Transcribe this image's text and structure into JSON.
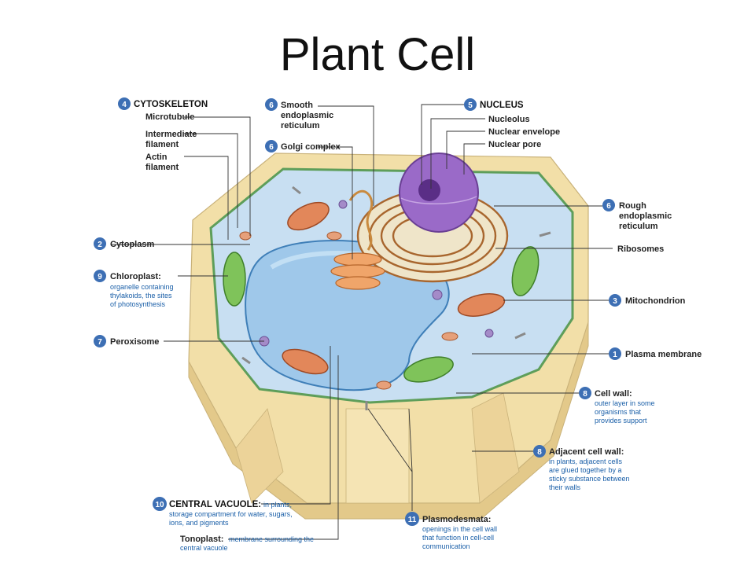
{
  "title": "Plant Cell",
  "colors": {
    "badge": "#3d6fb4",
    "description_text": "#1a5fa8",
    "wall": "#f2dfa8",
    "cytoplasm": "#c8dff2",
    "vacuole": "#9fc8ea",
    "nucleus": "#9a6ac8"
  },
  "labels": {
    "cytoskeleton": {
      "num": "4",
      "heading": "CYTOSKELETON"
    },
    "microtubule": "Microtubule",
    "intermediate_filament": [
      "Intermediate",
      "filament"
    ],
    "actin_filament": [
      "Actin",
      "filament"
    ],
    "smooth_er": {
      "num": "6",
      "lines": [
        "Smooth",
        "endoplasmic",
        "reticulum"
      ]
    },
    "golgi": {
      "num": "6",
      "heading": "Golgi complex"
    },
    "nucleus": {
      "num": "5",
      "heading": "NUCLEUS"
    },
    "nucleolus": "Nucleolus",
    "nuclear_envelope": "Nuclear envelope",
    "nuclear_pore": "Nuclear pore",
    "rough_er": {
      "num": "6",
      "lines": [
        "Rough",
        "endoplasmic",
        "reticulum"
      ]
    },
    "ribosomes": "Ribosomes",
    "cytoplasm": {
      "num": "2",
      "heading": "Cytoplasm"
    },
    "chloroplast": {
      "num": "9",
      "heading": "Chloroplast:",
      "desc": [
        "organelle containing",
        "thylakoids, the sites",
        "of photosynthesis"
      ]
    },
    "mitochondrion": {
      "num": "3",
      "heading": "Mitochondrion"
    },
    "peroxisome": {
      "num": "7",
      "heading": "Peroxisome"
    },
    "plasma_membrane": {
      "num": "1",
      "heading": "Plasma membrane"
    },
    "cell_wall": {
      "num": "8",
      "heading": "Cell wall:",
      "desc": [
        "outer layer in some",
        "organisms that",
        "provides support"
      ]
    },
    "adjacent_cell_wall": {
      "num": "8",
      "heading": "Adjacent cell wall:",
      "desc": [
        "in plants, adjacent cells",
        "are glued together by a",
        "sticky substance between",
        "their walls"
      ]
    },
    "central_vacuole": {
      "num": "10",
      "heading": "CENTRAL VACUOLE:",
      "desc_inline": "in plants,",
      "desc": [
        "storage compartment for water, sugars,",
        "ions, and pigments"
      ]
    },
    "tonoplast": {
      "heading": "Tonoplast:",
      "desc_inline": "membrane surrounding the",
      "desc": [
        "central vacuole"
      ]
    },
    "plasmodesmata": {
      "num": "11",
      "heading": "Plasmodesmata:",
      "desc": [
        "openings in the cell wall",
        "that function in cell-cell",
        "communication"
      ]
    }
  }
}
